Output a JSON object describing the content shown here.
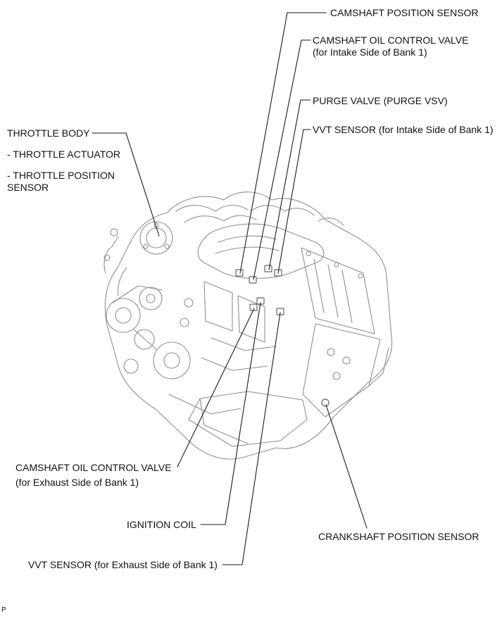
{
  "page": {
    "corner_mark": "P",
    "background_color": "#ffffff",
    "ink_color": "#1a1a1a",
    "engine_line_color": "#8f8f8f"
  },
  "diagram": {
    "subject": "engine-component-location-diagram",
    "labels": [
      {
        "text": "CAMSHAFT POSITION SENSOR"
      },
      {
        "text": "CAMSHAFT OIL CONTROL VALVE",
        "subtext": "(for Intake Side of Bank 1)"
      },
      {
        "text": "PURGE VALVE (PURGE VSV)"
      },
      {
        "text": "VVT SENSOR (for Intake Side of Bank 1)"
      },
      {
        "text": "THROTTLE BODY"
      },
      {
        "text": "- THROTTLE ACTUATOR"
      },
      {
        "text": "- THROTTLE POSITION SENSOR"
      },
      {
        "text": "CAMSHAFT OIL CONTROL VALVE",
        "subtext": "(for Exhaust Side of Bank 1)"
      },
      {
        "text": "IGNITION COIL"
      },
      {
        "text": "VVT SENSOR (for Exhaust Side of Bank 1)"
      },
      {
        "text": "CRANKSHAFT POSITION SENSOR"
      }
    ]
  }
}
